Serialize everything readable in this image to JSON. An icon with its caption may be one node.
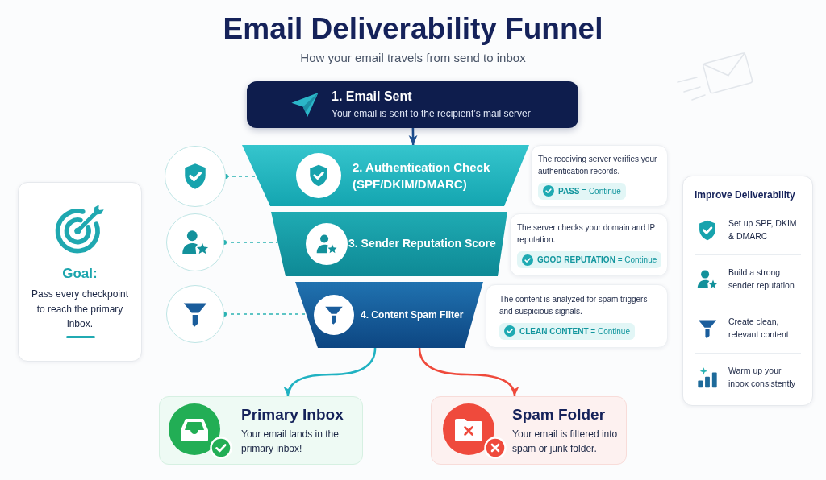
{
  "diagram": {
    "title": "Email Deliverability Funnel",
    "nodes": [
      {
        "text": [
          "1. Email Sent",
          "Your email is sent to the recipient’s mail server"
        ]
      },
      {
        "text": [
          "2. Authentication Check (SPF/DKIM/DMARC)"
        ]
      },
      {
        "text": [
          "3. Sender Reputation Score"
        ]
      },
      {
        "text": [
          "4. Content Spam Filter"
        ]
      },
      {
        "text": [],
        "shape": "circle"
      },
      {
        "text": [],
        "shape": "circle"
      },
      {
        "text": [],
        "shape": "circle"
      },
      {
        "text": [
          "The receiving server verifies your authentication records.",
          "**PASS** = Continue"
        ]
      },
      {
        "text": [
          "The server checks your domain and IP reputation.",
          "**GOOD REPUTATION** = Continue"
        ]
      },
      {
        "text": [
          "The content is analyzed for spam triggers and suspicious signals.",
          "**CLEAN CONTENT** = Continue"
        ]
      },
      {
        "text": [
          "Goal:",
          "Pass every checkpoint to reach the primary inbox."
        ]
      },
      {
        "text": [
          "Improve Deliverability",
          "Set up SPF, DKIM & DMARC",
          "Build a strong sender reputation",
          "Create clean, relevant content",
          "Warm up your inbox consistently"
        ]
      },
      {
        "text": [
          "Primary Inbox",
          "Your email lands in the primary inbox!"
        ]
      },
      {
        "text": [
          "Spam Folder",
          "Your email is filtered into spam or junk folder."
        ]
      }
    ],
    "edges": [
      {
        "from": 0,
        "to": 1,
        "arrow": "to",
        "color": "#1d4f8f"
      },
      {
        "from": 4,
        "to": 1,
        "arrow": "other",
        "style": "dashed",
        "color": "#2bb3b3"
      },
      {
        "from": 5,
        "to": 2,
        "arrow": "other",
        "style": "dashed",
        "color": "#2bb3b3"
      },
      {
        "from": 6,
        "to": 3,
        "arrow": "other",
        "style": "dashed",
        "color": "#2bb3b3"
      },
      {
        "from": 3,
        "to": 12,
        "arrow": "to",
        "color": "#20b2c2"
      },
      {
        "from": 3,
        "to": 13,
        "arrow": "to",
        "color": "#ef4a3c"
      }
    ],
    "labels": [
      "How your email travels from send to inbox"
    ]
  }
}
